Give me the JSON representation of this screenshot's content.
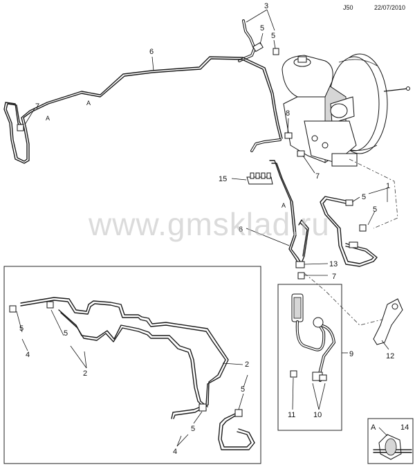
{
  "header": {
    "code": "J50",
    "date": "22/07/2010"
  },
  "watermark": "www.gmsklad.ru",
  "callouts": {
    "c3": "3",
    "c5a": "5",
    "c5b": "5",
    "c6top": "6",
    "c7left": "7",
    "cAleft": "A",
    "cAtop": "A",
    "c8": "8",
    "c7mid": "7",
    "c15": "15",
    "c1": "1",
    "c5r1": "5",
    "c5r2": "5",
    "cAmid": "A",
    "c6mid": "6",
    "c13": "13",
    "c7low": "7",
    "c9": "9",
    "c12": "12",
    "c11": "11",
    "c10": "10",
    "c14": "14",
    "cAdetail": "A",
    "b5a": "5",
    "b4a": "4",
    "b5b": "5",
    "b2a": "2",
    "b2b": "2",
    "b5c": "5",
    "b5d": "5",
    "b4b": "4"
  }
}
